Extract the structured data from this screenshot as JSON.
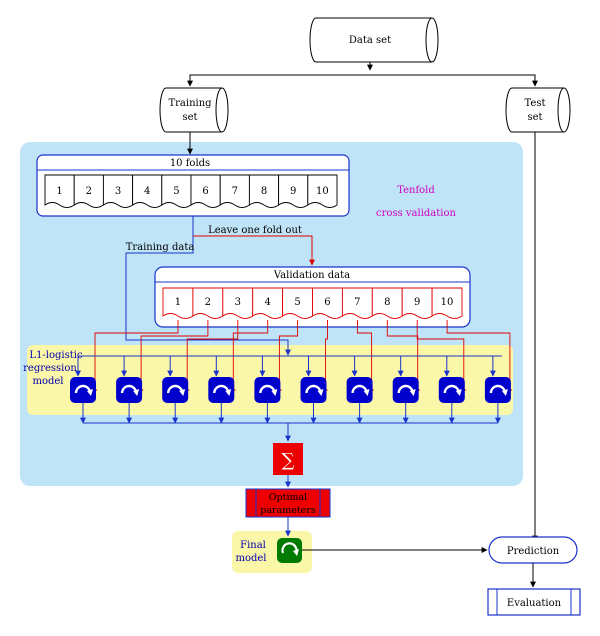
{
  "nodes": {
    "data_set": "Data set",
    "training_set": [
      "Training",
      "set"
    ],
    "test_set": [
      "Test",
      "set"
    ],
    "folds_title": "10 folds",
    "training_data": "Training data",
    "leave_one_out": "Leave one fold out",
    "validation_title": "Validation data",
    "tenfold": [
      "Tenfold",
      "cross validation"
    ],
    "l1_model": [
      "L1-logistic",
      "regression",
      "model"
    ],
    "sum_symbol": "∑",
    "optimal_parameters": [
      "Optimal",
      "parameters"
    ],
    "final_model": [
      "Final",
      "model"
    ],
    "prediction": "Prediction",
    "evaluation": "Evaluation"
  },
  "fold_labels": [
    "1",
    "2",
    "3",
    "4",
    "5",
    "6",
    "7",
    "8",
    "9",
    "10"
  ],
  "model_count": 10,
  "icons": {
    "model": "refresh-arrow-icon",
    "final_model": "refresh-arrow-icon"
  },
  "colors": {
    "panel": "#bfe4f7",
    "model_panel": "#fbf7a9",
    "model_box": "#0000cc",
    "final_box": "#007a00",
    "sum_box": "#ee0000",
    "blue_line": "#1a33cc",
    "red_line": "#e00000",
    "magenta": "#d000c0"
  }
}
